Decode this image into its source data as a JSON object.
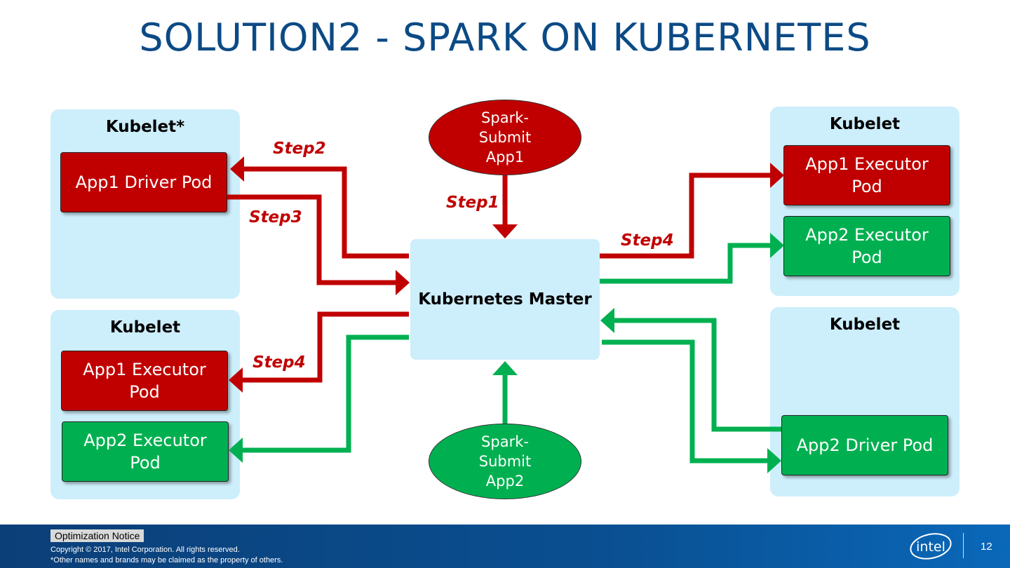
{
  "title": "SOLUTION2 - SPARK ON KUBERNETES",
  "colors": {
    "title": "#0b4a85",
    "red": "#c00000",
    "green": "#00b050",
    "panel": "#cdeefb"
  },
  "panels": {
    "top_left": {
      "title": "Kubelet*",
      "pods": [
        "App1 Driver Pod"
      ]
    },
    "bottom_left": {
      "title": "Kubelet",
      "pods": [
        "App1 Executor Pod",
        "App2 Executor Pod"
      ]
    },
    "top_right": {
      "title": "Kubelet",
      "pods": [
        "App1 Executor Pod",
        "App2 Executor Pod"
      ]
    },
    "bottom_right": {
      "title": "Kubelet",
      "pods": [
        "App2 Driver Pod"
      ]
    }
  },
  "master": "Kubernetes Master",
  "submit_app1": "Spark-Submit App1",
  "submit_app2": "Spark-Submit App2",
  "steps": {
    "step1": "Step1",
    "step2": "Step2",
    "step3": "Step3",
    "step4_right": "Step4",
    "step4_left": "Step4"
  },
  "footer": {
    "optimization_notice": "Optimization Notice",
    "copyright": "Copyright © 2017, Intel Corporation. All rights reserved.",
    "trademark": "*Other names and brands may be claimed as the property of others.",
    "logo": "intel",
    "page_number": "12"
  }
}
